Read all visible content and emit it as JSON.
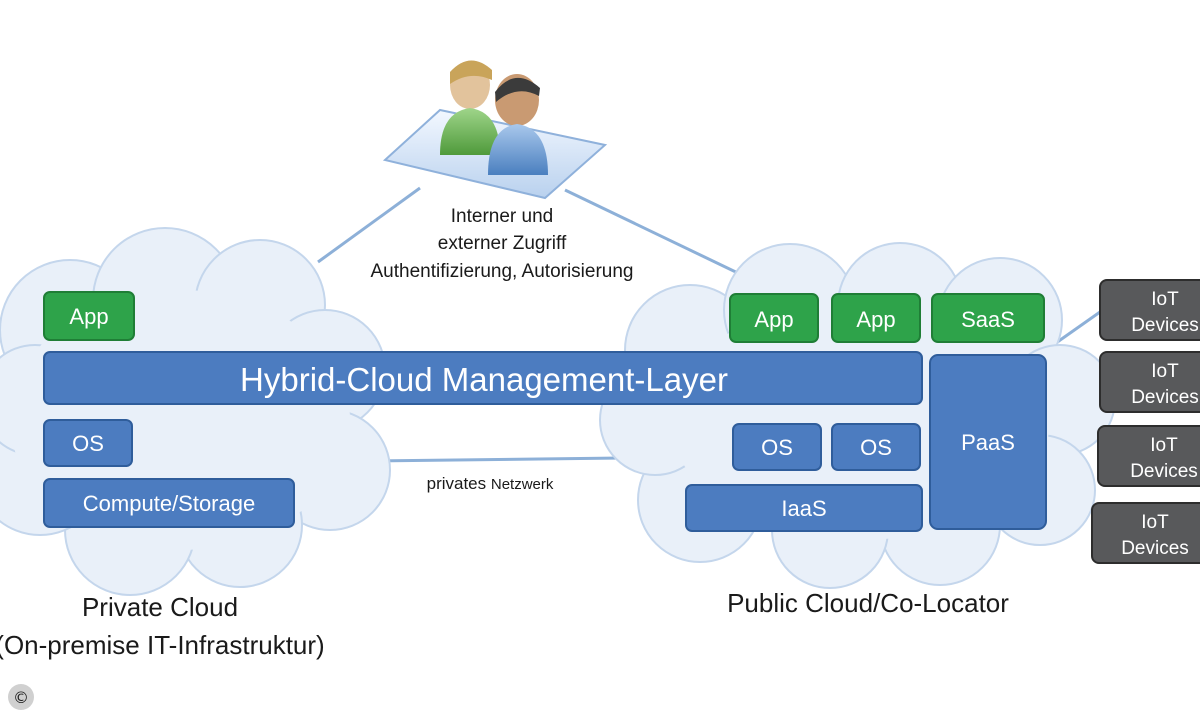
{
  "users": {
    "access_lines": [
      "Interner und",
      "externer Zugriff",
      "Authentifizierung, Autorisierung"
    ]
  },
  "private_cloud": {
    "app": "App",
    "os": "OS",
    "compute": "Compute/Storage",
    "caption_line1": "Private Cloud",
    "caption_line2": "(On-premise IT-Infrastruktur)"
  },
  "management_layer": "Hybrid-Cloud Management-Layer",
  "network": {
    "label_a": "privates",
    "label_b": "Netzwerk"
  },
  "public_cloud": {
    "app1": "App",
    "app2": "App",
    "saas": "SaaS",
    "paas": "PaaS",
    "os1": "OS",
    "os2": "OS",
    "iaas": "IaaS",
    "caption": "Public Cloud/Co-Locator"
  },
  "iot_devices": [
    {
      "line1": "IoT",
      "line2": "Devices"
    },
    {
      "line1": "IoT",
      "line2": "Devices"
    },
    {
      "line1": "IoT",
      "line2": "Devices"
    },
    {
      "line1": "IoT",
      "line2": "Devices"
    }
  ],
  "copyright_symbol": "©",
  "colors": {
    "green_box": "#2ea34a",
    "blue_box": "#4c7cc0",
    "blue_border": "#2f5d9b",
    "iot_box": "#58595b",
    "cloud_fill": "#e9f0f9",
    "line": "#8db0d8"
  }
}
